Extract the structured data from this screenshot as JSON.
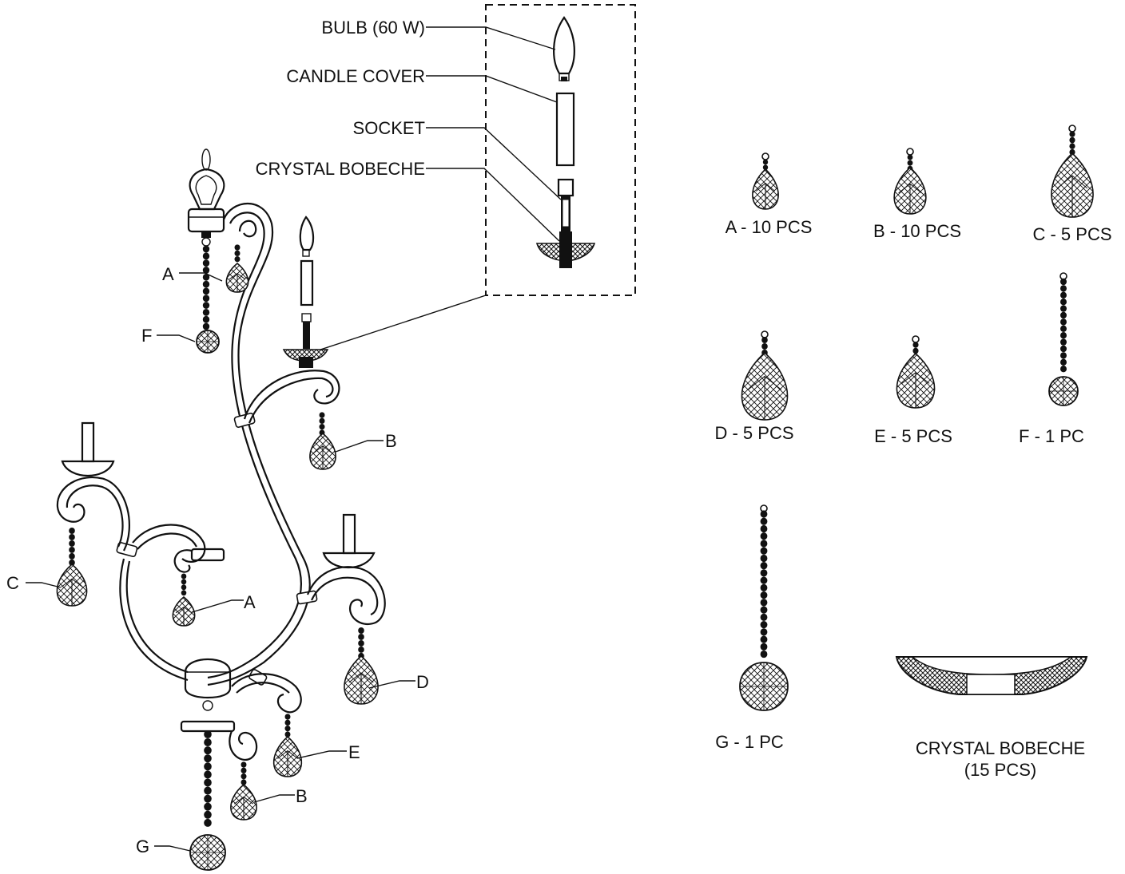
{
  "callouts": {
    "bulb": "BULB (60 W)",
    "candle_cover": "CANDLE COVER",
    "socket": "SOCKET",
    "crystal_bobeche": "CRYSTAL BOBECHE"
  },
  "letter_labels": {
    "a_top": "A",
    "f": "F",
    "b_top": "B",
    "c": "C",
    "a_mid": "A",
    "d": "D",
    "e": "E",
    "b_low": "B",
    "g": "G"
  },
  "parts": {
    "a": "A - 10 PCS",
    "b": "B - 10 PCS",
    "c": "C - 5 PCS",
    "d": "D - 5 PCS",
    "e": "E - 5 PCS",
    "f": "F - 1 PC",
    "g": "G - 1 PC",
    "bobeche_line1": "CRYSTAL BOBECHE",
    "bobeche_line2": "(15 PCS)"
  }
}
